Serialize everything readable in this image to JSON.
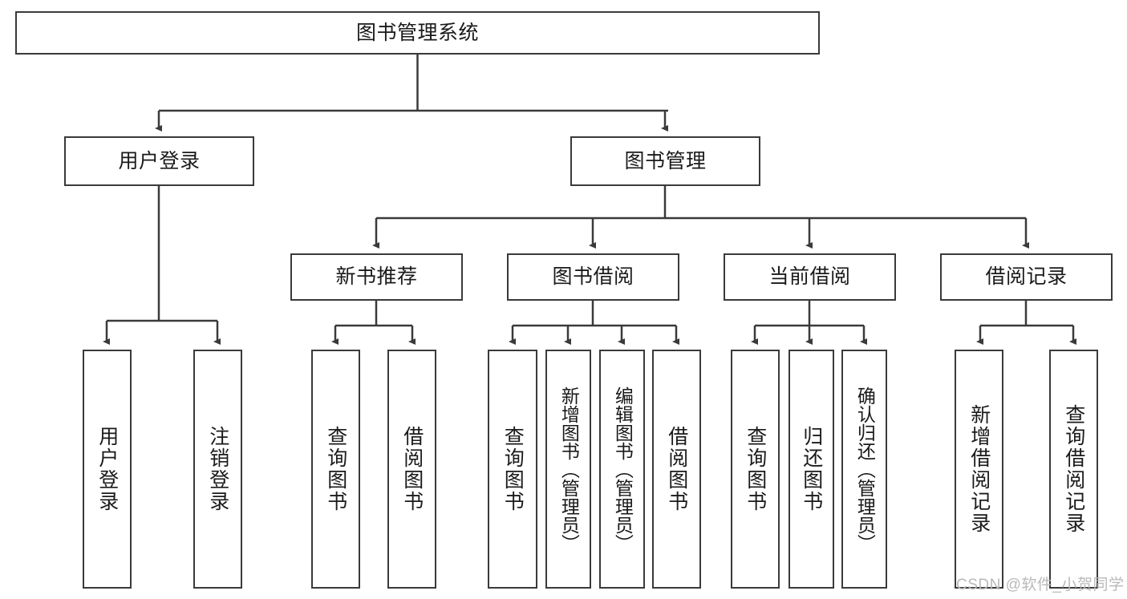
{
  "diagram": {
    "type": "tree-hierarchy-chart",
    "title": "图书管理系统",
    "stroke_color": "#3a3a3a",
    "background_color": "#ffffff",
    "text_color": "#1a1a1a",
    "watermark": "CSDN @软件_小贺同学",
    "nodes": {
      "root": "图书管理系统",
      "level2": {
        "user_login": "用户登录",
        "book_manage": "图书管理"
      },
      "level3": {
        "new_book_recommend": "新书推荐",
        "book_borrow": "图书借阅",
        "current_borrow": "当前借阅",
        "borrow_record": "借阅记录"
      },
      "leaves": {
        "user_login_1": "用户登录",
        "user_login_2": "注销登录",
        "recommend_1": "查询图书",
        "recommend_2": "借阅图书",
        "borrow_1": "查询图书",
        "borrow_2": "新增图书（管理员）",
        "borrow_3": "编辑图书（管理员）",
        "borrow_4": "借阅图书",
        "current_1": "查询图书",
        "current_2": "归还图书",
        "current_3": "确认归还（管理员）",
        "record_1": "新增借阅记录",
        "record_2": "查询借阅记录"
      }
    }
  }
}
